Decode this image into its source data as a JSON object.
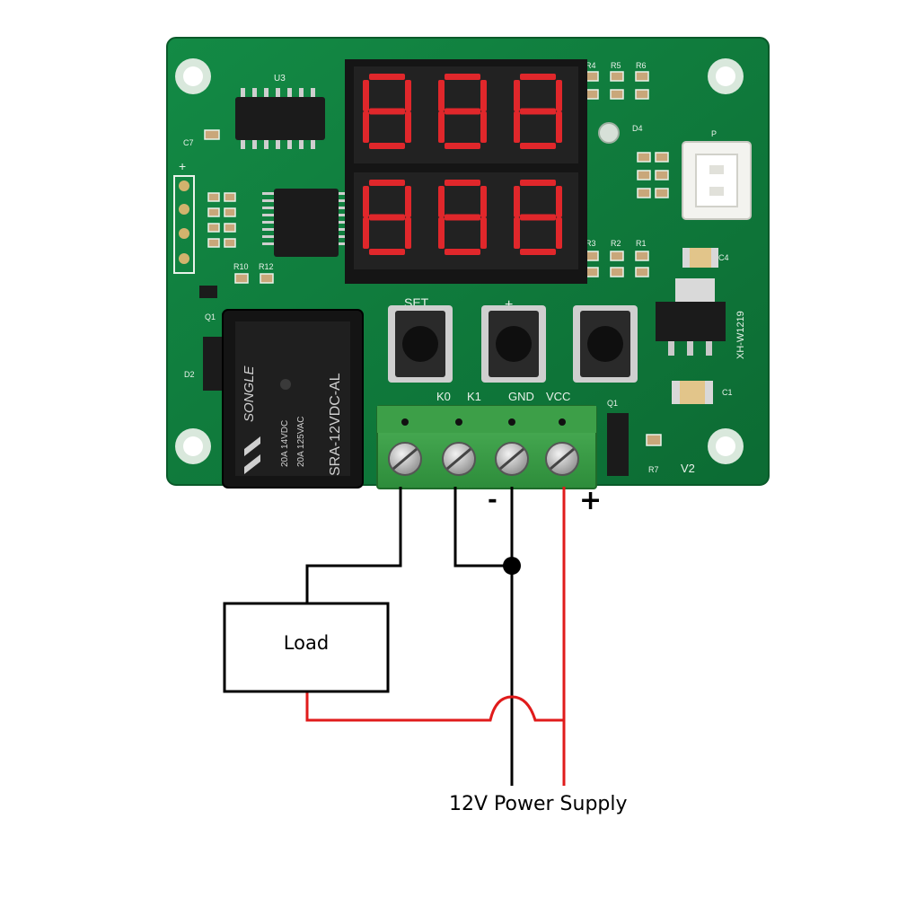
{
  "board": {
    "model": "XH-W1219",
    "version": "V2",
    "chip_u3": "U3",
    "led_d4": "D4",
    "connector_p": "P",
    "plus_pin": "+",
    "rows_silk": [
      "C7",
      "Q1",
      "D2",
      "R10",
      "R12",
      "C1",
      "C4",
      "R7",
      "Q1",
      "R1",
      "R2",
      "R3",
      "R4",
      "R5",
      "R6"
    ],
    "buttons": [
      "SET",
      "+",
      ""
    ],
    "terminals": [
      "K0",
      "K1",
      "GND",
      "VCC"
    ],
    "relay": {
      "brand": "SONGLE",
      "model": "SRA-12VDC-AL",
      "rating1": "20A 14VDC",
      "rating2": "20A 125VAC"
    },
    "display_color": "#e0272b",
    "pcb_color": "#0f7a3a"
  },
  "wiring": {
    "load_label": "Load",
    "supply_label": "12V Power Supply",
    "minus_label": "-",
    "plus_label": "+",
    "negative_wire_color": "#000000",
    "positive_wire_color": "#e01b1b"
  }
}
